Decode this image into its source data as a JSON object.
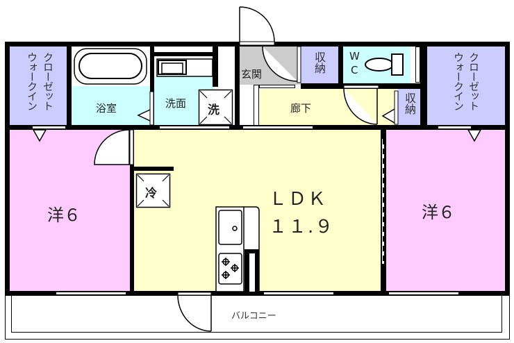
{
  "floor_plan": {
    "colors": {
      "walk_in_closet": "#ccccff",
      "bathroom": "#ccffff",
      "western_room": "#ffccff",
      "ldk": "#ffffcc",
      "entrance": "#cccccc",
      "storage": "#ccccff",
      "hallway": "#ffffcc",
      "wall": "#000000"
    },
    "rooms": {
      "wic_left": {
        "label_line1": "クローゼット",
        "label_line2": "ウォークイン"
      },
      "bath": {
        "label": "浴室"
      },
      "washroom": {
        "label": "洗面"
      },
      "washer_space": {
        "label": "洗"
      },
      "entrance": {
        "label": "玄関"
      },
      "storage_top": {
        "label": "収納"
      },
      "wc": {
        "label_line1": "W",
        "label_line2": "C"
      },
      "hallway": {
        "label": "廊下"
      },
      "storage_small": {
        "label": "収納"
      },
      "wic_right": {
        "label_line1": "クローゼット",
        "label_line2": "ウォークイン"
      },
      "room_left": {
        "label": "洋６"
      },
      "ldk": {
        "label_line1": "ＬＤＫ",
        "label_line2": "１１.９"
      },
      "fridge_space": {
        "label": "冷"
      },
      "room_right": {
        "label": "洋６"
      },
      "balcony": {
        "label": "バルコニー"
      }
    },
    "icons": [
      "bathtub-icon",
      "vanity-sink-icon",
      "toilet-icon",
      "kitchen-sink-icon",
      "gas-stove-icon",
      "door-swing-icon",
      "sliding-door-icon",
      "window-icon"
    ]
  }
}
